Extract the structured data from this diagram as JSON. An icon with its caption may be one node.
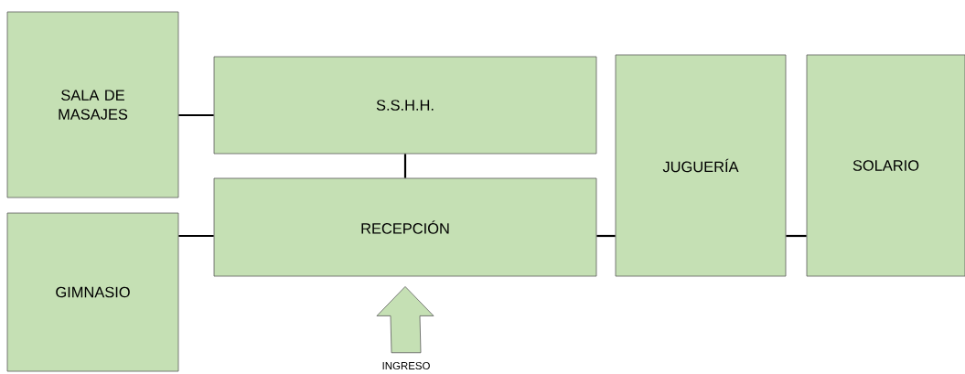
{
  "diagram": {
    "nodes": [
      {
        "text": [
          "SALA DE MASAJES"
        ]
      },
      {
        "text": [
          "S.S.H.H."
        ]
      },
      {
        "text": [
          "GIMNASIO"
        ]
      },
      {
        "text": [
          "RECEPCIÓN"
        ]
      },
      {
        "text": [
          "JUGUERÍA"
        ]
      },
      {
        "text": [
          "SOLARIO"
        ]
      },
      {
        "text": [
          "INGRESO"
        ]
      }
    ],
    "edges": [
      {
        "from": 0,
        "to": 1,
        "arrow": "none"
      },
      {
        "from": 1,
        "to": 3,
        "arrow": "none"
      },
      {
        "from": 2,
        "to": 3,
        "arrow": "none"
      },
      {
        "from": 3,
        "to": 4,
        "arrow": "none"
      },
      {
        "from": 4,
        "to": 5,
        "arrow": "none"
      },
      {
        "from": 6,
        "to": 3,
        "arrow": "to"
      }
    ]
  }
}
